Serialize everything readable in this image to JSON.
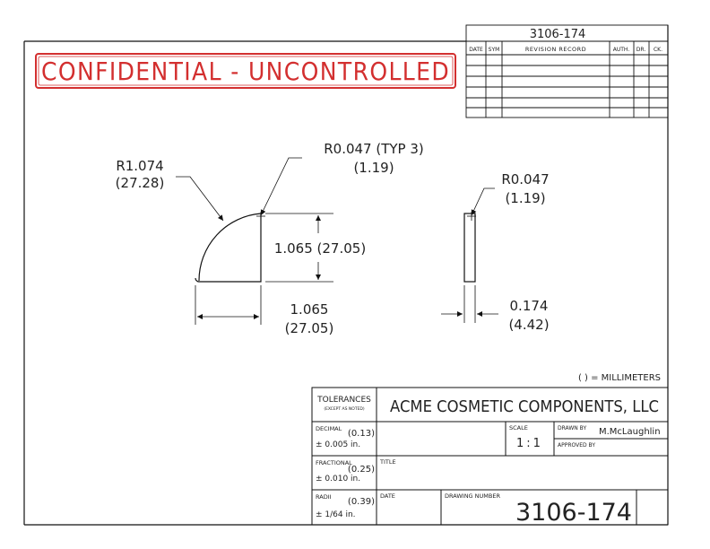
{
  "stamp": "CONFIDENTIAL - UNCONTROLLED",
  "revision_block": {
    "part_number": "3106-174",
    "headers": [
      "DATE",
      "SYM",
      "REVISION RECORD",
      "AUTH.",
      "DR.",
      "CK."
    ]
  },
  "dimensions": {
    "outer_radius": "R1.074",
    "outer_radius_mm": "(27.28)",
    "corner_radius": "R0.047 (TYP 3)",
    "corner_radius_mm": "(1.19)",
    "side_radius": "R0.047",
    "side_radius_mm": "(1.19)",
    "height": "1.065 (27.05)",
    "width": "1.065",
    "width_mm": "(27.05)",
    "thickness": "0.174",
    "thickness_mm": "(4.42)"
  },
  "units_note": "( ) = MILLIMETERS",
  "title_block": {
    "tolerances_label": "TOLERANCES",
    "tolerances_sub": "(EXCEPT AS NOTED)",
    "company": "ACME COSMETIC COMPONENTS, LLC",
    "decimal_label": "DECIMAL",
    "decimal_mm": "(0.13)",
    "decimal_in": "± 0.005 in.",
    "fractional_label": "FRACTIONAL",
    "fractional_mm": "(0.25)",
    "fractional_in": "± 0.010 in.",
    "radii_label": "RADII",
    "radii_mm": "(0.39)",
    "radii_in": "± 1/64 in.",
    "scale_label": "SCALE",
    "scale_value": "1:1",
    "drawn_by_label": "DRAWN BY",
    "drawn_by_value": "M.McLaughlin",
    "approved_by_label": "APPROVED BY",
    "title_label": "TITLE",
    "date_label": "DATE",
    "drawing_number_label": "DRAWING NUMBER",
    "drawing_number": "3106-174"
  }
}
